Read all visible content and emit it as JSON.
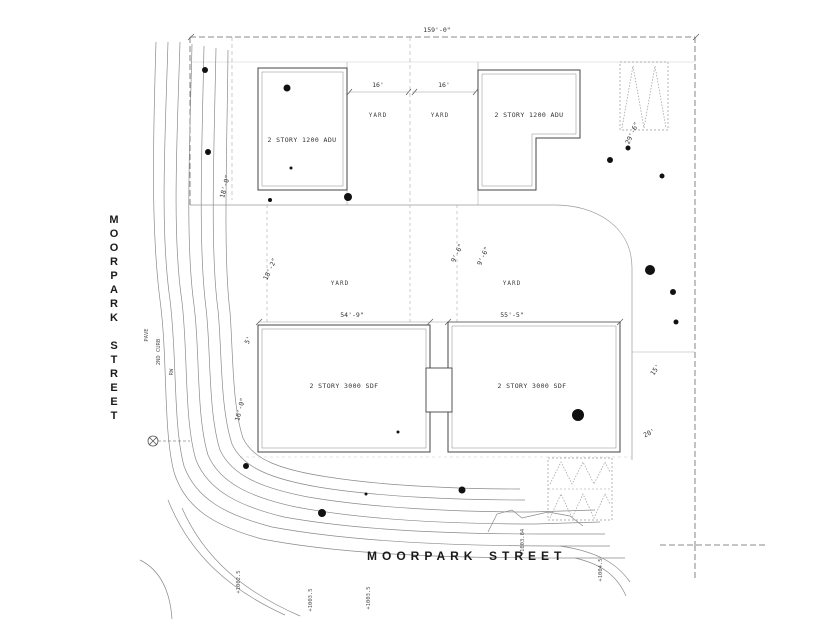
{
  "plan": {
    "dim_total_width": "159'-0\"",
    "street_left": "MOORPARK STREET",
    "street_bottom_word1": "MOORPARK",
    "street_bottom_word2": "STREET",
    "buildings": {
      "adu_left": "2 STORY 1200 ADU",
      "adu_right": "2 STORY 1200 ADU",
      "house_left": "2 STORY 3000 SDF",
      "house_right": "2 STORY 3000 SDF"
    },
    "yards": {
      "top_left": "YARD",
      "top_right": "YARD",
      "mid_left": "YARD",
      "mid_right": "YARD"
    },
    "dims": {
      "gap_left": "16'",
      "gap_right": "16'",
      "d29_6": "29'-6\"",
      "d54_9": "54'-9\"",
      "d55_5": "55'-5\"",
      "d18_2": "18'-2\"",
      "d9_6_a": "9'-6\"",
      "d9_6_b": "9'-6\"",
      "d15": "15'",
      "d20": "20'",
      "d5": "5'",
      "d16_0": "16'-0\"",
      "d18_0": "18'-0\""
    },
    "notes": {
      "pave": "PAVE",
      "second_curb": "2ND CURB",
      "rw": "RW"
    },
    "elevations": {
      "e1": "+1002.5",
      "e2": "+1003.5",
      "e3": "+1003.5",
      "e4": "+1003.84",
      "e5": "+1004.5"
    }
  }
}
